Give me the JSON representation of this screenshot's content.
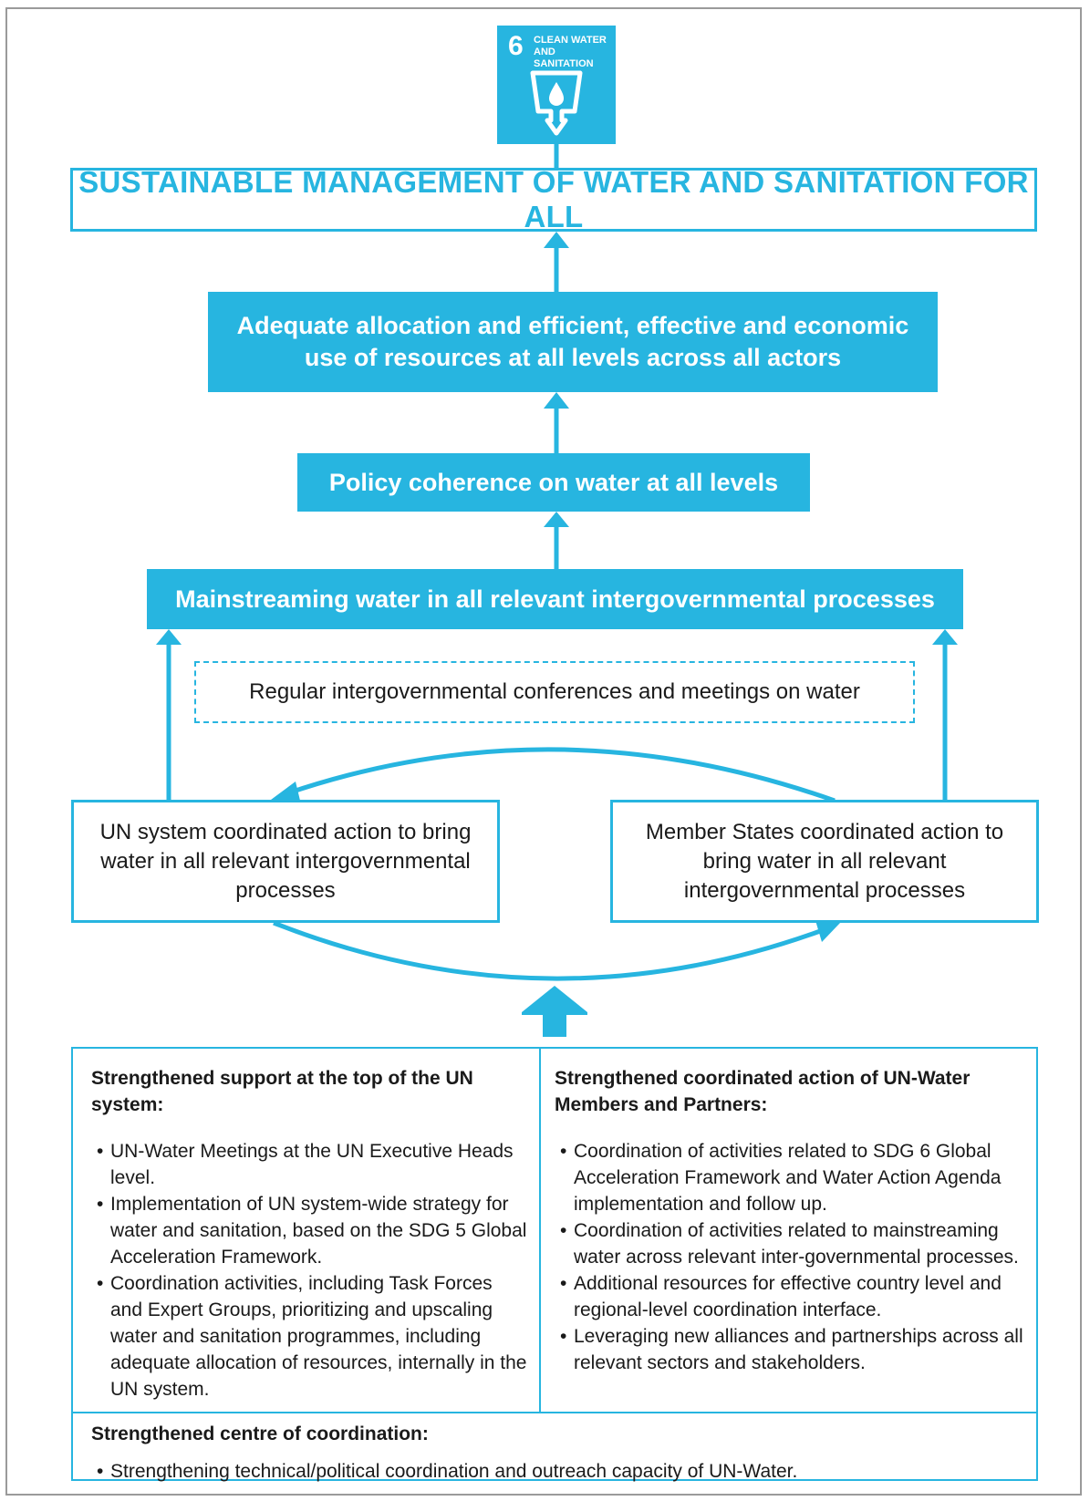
{
  "colors": {
    "accent": "#27b5e0",
    "frame": "#9a9a9a"
  },
  "sdg_logo": {
    "number": "6",
    "label": "CLEAN WATER AND SANITATION",
    "icon": "water-glass-icon"
  },
  "goal": "SUSTAINABLE MANAGEMENT OF WATER AND SANITATION FOR ALL",
  "allocation": "Adequate allocation and efficient, effective and economic use of resources at all levels across all actors",
  "policy": "Policy coherence on water at all levels",
  "mainstreaming": "Mainstreaming water in all relevant intergovernmental processes",
  "regular": "Regular intergovernmental conferences and meetings on water",
  "un_action": "UN system coordinated action to bring water in all relevant intergovernmental processes",
  "ms_action": "Member States coordinated action to bring water in all relevant intergovernmental processes",
  "support": {
    "left": {
      "heading": "Strengthened support at the top of the UN system:",
      "items": [
        "UN-Water Meetings at the UN Executive Heads level.",
        "Implementation of UN system-wide strategy for water and sanitation, based on the SDG 5 Global Acceleration Framework.",
        "Coordination activities, including Task Forces and Expert Groups, prioritizing and upscaling water and sanitation programmes, including adequate allocation of resources, internally in the UN system."
      ]
    },
    "right": {
      "heading": "Strengthened coordinated action of UN-Water Members and Partners:",
      "items": [
        "Coordination of activities related to SDG 6 Global Acceleration Framework and Water Action Agenda implementation and follow up.",
        "Coordination of activities related to mainstreaming water across relevant inter-governmental processes.",
        "Additional resources for effective country level and regional-level coordination interface.",
        "Leveraging new alliances and partnerships across all relevant sectors and stakeholders."
      ]
    },
    "centre": {
      "heading": "Strengthened centre of coordination:",
      "items": [
        "Strengthening technical/political coordination and outreach capacity of UN-Water."
      ]
    }
  }
}
